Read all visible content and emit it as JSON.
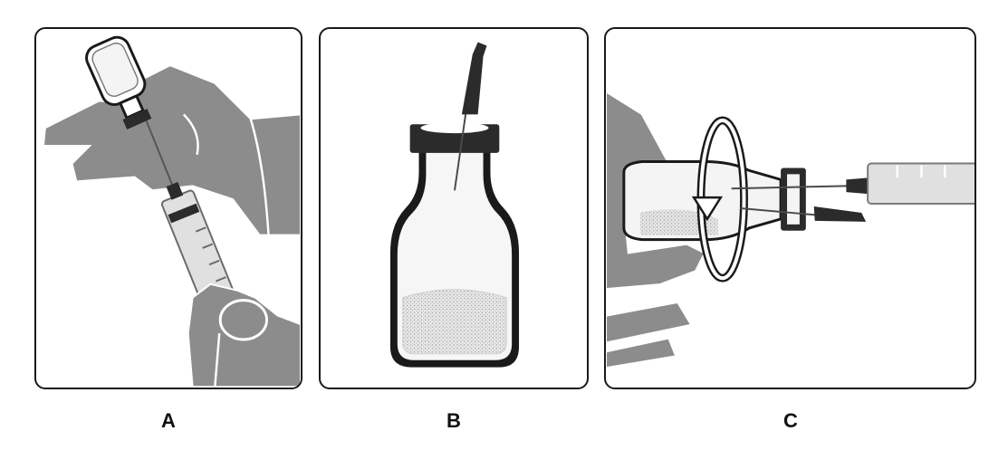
{
  "panels": [
    {
      "id": "A",
      "label": "A"
    },
    {
      "id": "B",
      "label": "B"
    },
    {
      "id": "C",
      "label": "C"
    }
  ],
  "colors": {
    "outline": "#1a1a1a",
    "hand": "#8c8c8c",
    "glass": "#f4f4f4",
    "powder": "#d9d9d9",
    "cap": "#2b2b2b",
    "syringe": "#e0e0e0"
  }
}
